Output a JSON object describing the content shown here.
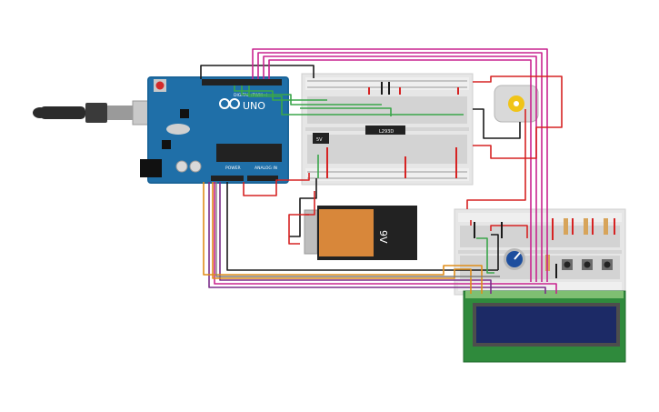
{
  "colors": {
    "board_blue": "#1f6fa8",
    "breadboard": "#e9e9e9",
    "wire_red": "#d62323",
    "wire_magenta": "#c9248f",
    "wire_purple": "#7b2e8a",
    "wire_green": "#3aa64a",
    "wire_orange": "#e08e1a",
    "wire_black": "#1a1a1a",
    "wire_gray": "#7d7d7d",
    "battery_body": "#d8873a",
    "lcd_pcb": "#2f8a3c",
    "lcd_screen": "#1c2a66"
  },
  "arduino": {
    "logo_text": "UNO",
    "digital_label": "DIGITAL (PWM~)",
    "power_label": "POWER",
    "analog_label": "ANALOG IN"
  },
  "battery": {
    "label": "9V"
  },
  "regulator": {
    "label": "5V"
  },
  "driver_chip": {
    "label": "L293D"
  },
  "icons": [
    "usb-cable-icon",
    "dc-motor-icon",
    "potentiometer-icon",
    "pushbutton-icon",
    "resistor-icon"
  ]
}
